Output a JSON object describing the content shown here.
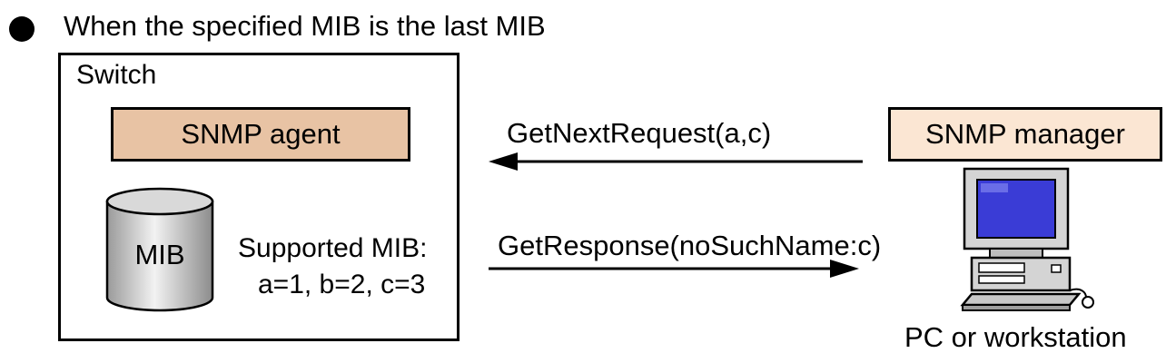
{
  "heading": "When the specified MIB is the last MIB",
  "switch": {
    "label": "Switch",
    "agent_label": "SNMP agent",
    "mib_label": "MIB",
    "supported_title": "Supported MIB:",
    "supported_values": "a=1, b=2, c=3"
  },
  "manager": {
    "label": "SNMP manager",
    "device_label": "PC or workstation"
  },
  "messages": {
    "request": "GetNextRequest(a,c)",
    "response": "GetResponse(noSuchName:c)"
  },
  "colors": {
    "agent_fill": "#e8c3a4",
    "manager_fill": "#fbe6d3",
    "monitor_screen": "#3a3cd6"
  }
}
